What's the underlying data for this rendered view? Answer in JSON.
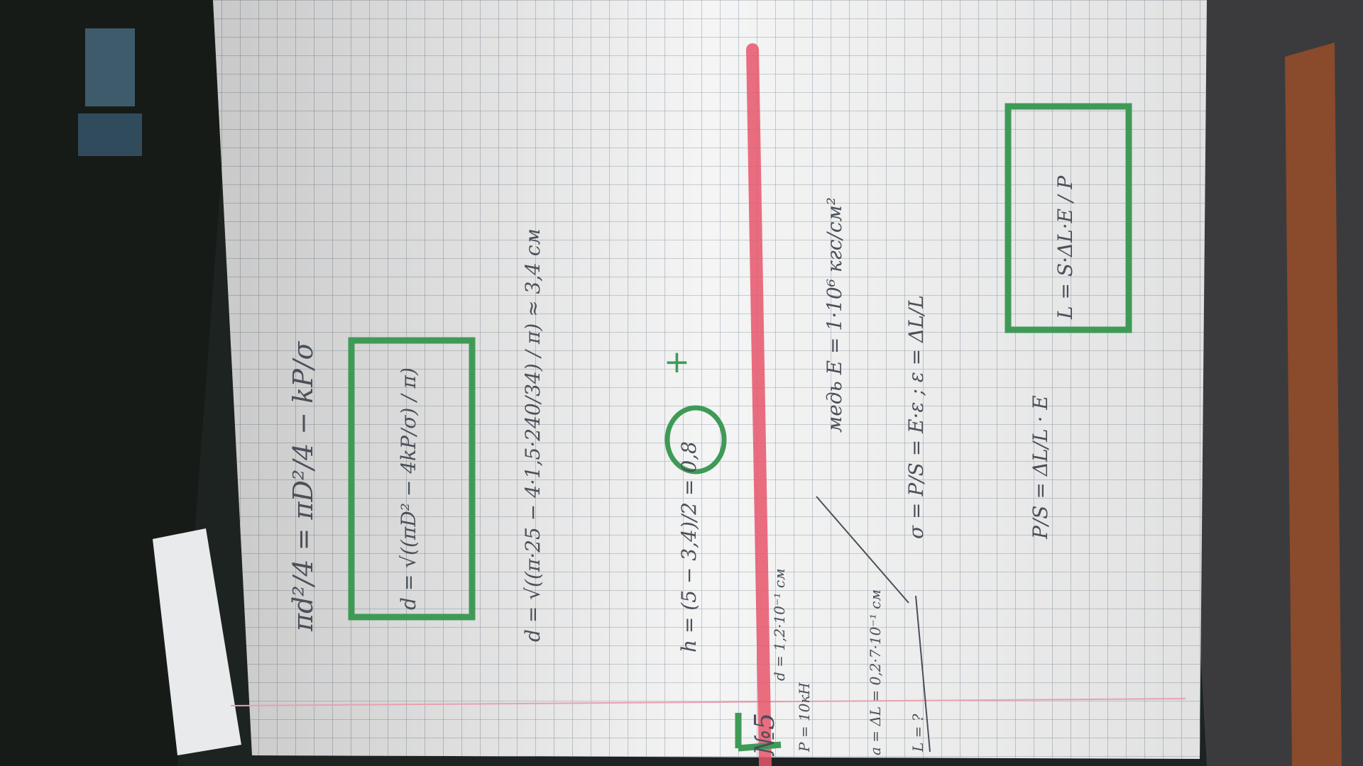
{
  "colors": {
    "desk_left": "#1d2320",
    "desk_right": "#3a3a3c",
    "wood": "#8a4a2c",
    "paper": "#f4f5f4",
    "grid": "#9aa6b4",
    "margin_line": "#e8a0b0",
    "red_pencil": "#e8566c",
    "green_pencil": "#3f9a57",
    "ink": "#4b4f5a"
  },
  "notebook": {
    "formula_top": "πd²/4 = πD²/4 − kP/σ",
    "formula_boxed": "d = √((πD² − 4kP/σ) / π)",
    "calc_d": "d = √((π·25 − 4·1,5·240/34) / π) ≈ 3,4 см",
    "calc_h": "h = (5 − 3,4)/2 = 0,8",
    "problem_number": "№5",
    "given_p": "P = 10кН",
    "given_d": "d = 1,2·10⁻¹ см",
    "material": "медь  E = 1·10⁶ кгс/см²",
    "given_dl": "a = ΔL = 0,2·7·10⁻¹ см",
    "given_l": "L = ?",
    "stress": "σ = P/S = E·ε ;  ε = ΔL/L",
    "relation": "P/S = ΔL/L · E",
    "result": "L = S·ΔL·E / P"
  }
}
